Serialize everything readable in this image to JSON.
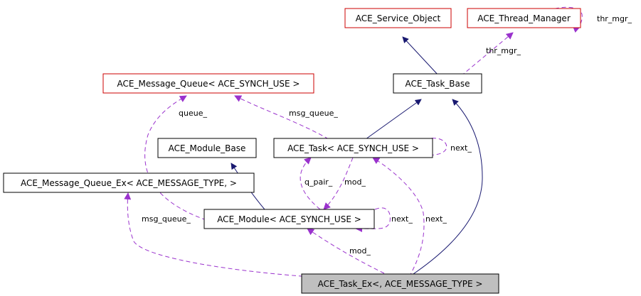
{
  "colors": {
    "inheritance": "#191970",
    "usage": "#9a32cd",
    "red_border": "#cc0000",
    "black_border": "#000000",
    "highlight_fill": "#bfbfbf"
  },
  "nodes": {
    "service_object": {
      "label": "ACE_Service_Object"
    },
    "thread_manager": {
      "label": "ACE_Thread_Manager"
    },
    "message_queue": {
      "label": "ACE_Message_Queue< ACE_SYNCH_USE >"
    },
    "task_base": {
      "label": "ACE_Task_Base"
    },
    "module_base": {
      "label": "ACE_Module_Base"
    },
    "task": {
      "label": "ACE_Task< ACE_SYNCH_USE >"
    },
    "message_queue_ex": {
      "label": "ACE_Message_Queue_Ex< ACE_MESSAGE_TYPE, >"
    },
    "module": {
      "label": "ACE_Module< ACE_SYNCH_USE >"
    },
    "task_ex": {
      "label": "ACE_Task_Ex<, ACE_MESSAGE_TYPE >"
    }
  },
  "edge_labels": {
    "thr_mgr_self": "thr_mgr_",
    "thr_mgr": "thr_mgr_",
    "queue": "queue_",
    "msg_queue_task": "msg_queue_",
    "next_task": "next_",
    "q_pair": "q_pair_",
    "mod_task": "mod_",
    "msg_queue_ex": "msg_queue_",
    "next_module": "next_",
    "next_taskex": "next_",
    "mod_taskex": "mod_"
  }
}
